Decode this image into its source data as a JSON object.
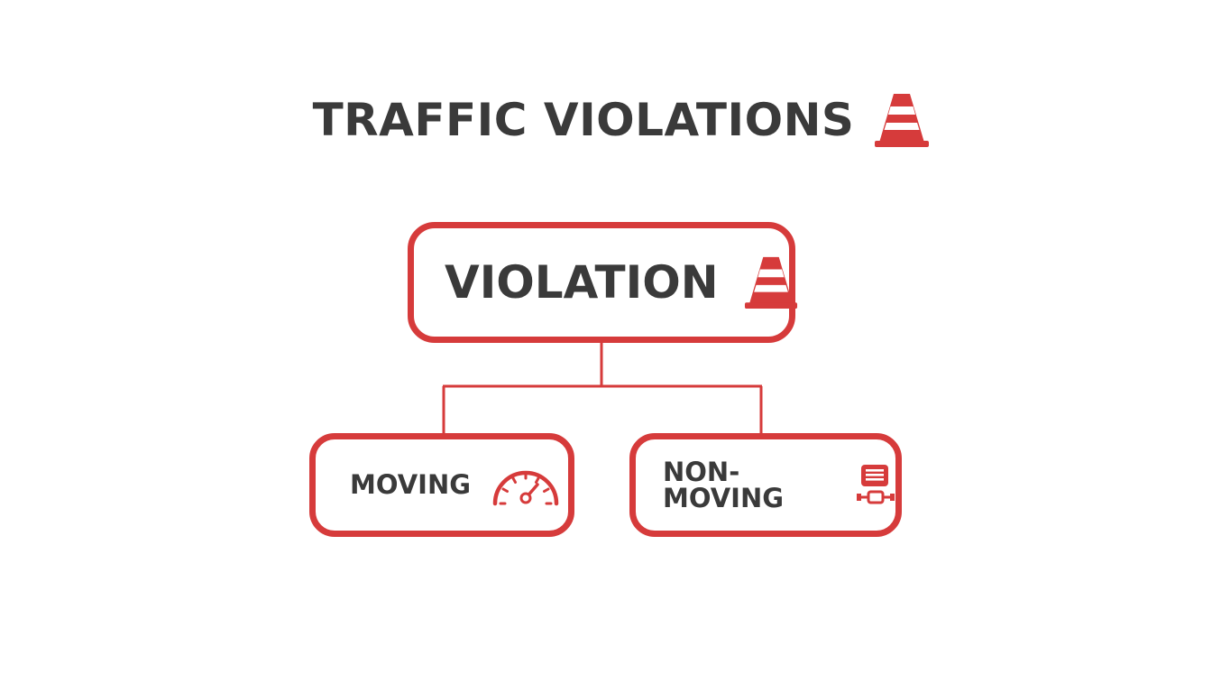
{
  "title": {
    "text": "TRAFFIC VIOLATIONS",
    "icon": "traffic-cone-icon"
  },
  "diagram": {
    "root": {
      "label": "VIOLATION",
      "icon": "traffic-cone-icon"
    },
    "children": [
      {
        "label": "MOVING",
        "icon": "speedometer-icon"
      },
      {
        "label": "NON-MOVING",
        "icon": "parking-ticket-icon"
      }
    ]
  },
  "colors": {
    "accent": "#d63b3b",
    "text": "#3a3a3a",
    "background": "#ffffff"
  }
}
